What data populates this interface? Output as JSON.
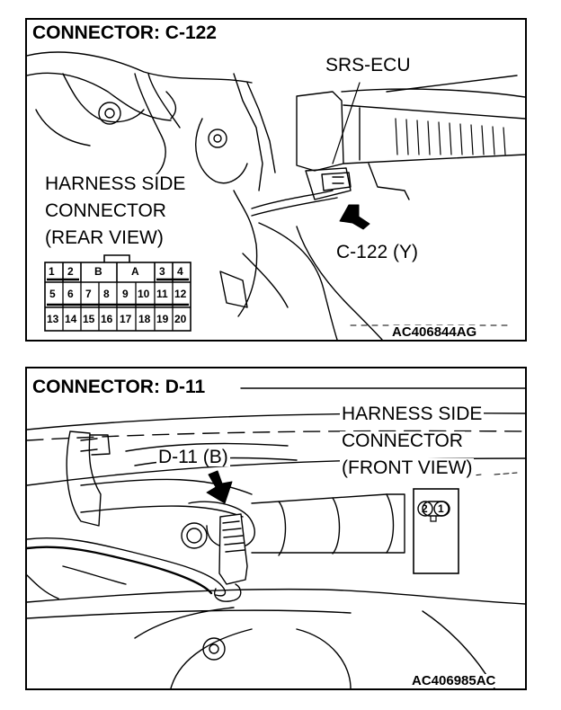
{
  "panels": [
    {
      "title": "CONNECTOR: C-122",
      "labels": {
        "ecu": "SRS-ECU",
        "harness_line1": "HARNESS SIDE",
        "harness_line2": "CONNECTOR",
        "harness_line3": "(REAR VIEW)",
        "connector": "C-122 (Y)",
        "code": "AC406844AG"
      },
      "pins": {
        "row1": [
          "1",
          "2",
          "B",
          "A",
          "3",
          "4"
        ],
        "row2": [
          "5",
          "6",
          "7",
          "8",
          "9",
          "10",
          "11",
          "12"
        ],
        "row3": [
          "13",
          "14",
          "15",
          "16",
          "17",
          "18",
          "19",
          "20"
        ]
      }
    },
    {
      "title": "CONNECTOR: D-11",
      "labels": {
        "harness_line1": "HARNESS SIDE",
        "harness_line2": "CONNECTOR",
        "harness_line3": "(FRONT VIEW)",
        "connector": "D-11 (B)",
        "code": "AC406985AC"
      },
      "pins": [
        "2",
        "1"
      ]
    }
  ]
}
